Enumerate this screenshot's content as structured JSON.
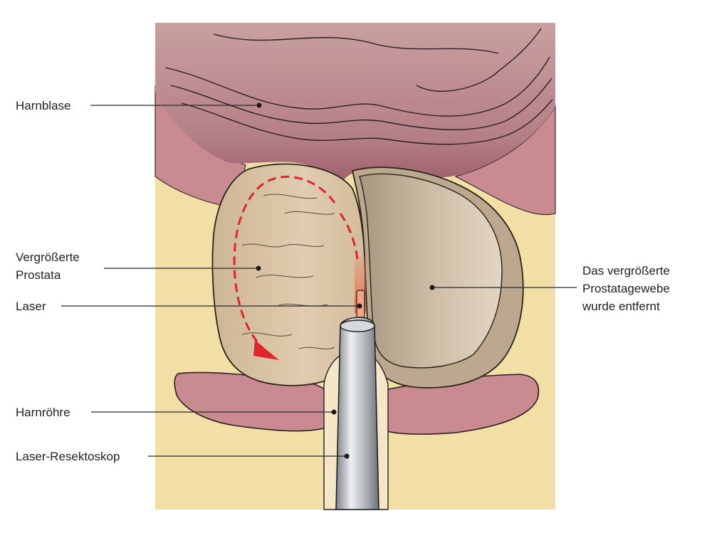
{
  "labels": {
    "harnblase": "Harnblase",
    "prostata_line1": "Vergrößerte",
    "prostata_line2": "Prostata",
    "laser": "Laser",
    "harnroehre": "Harnröhre",
    "resektoskop": "Laser-Resektoskop",
    "removed_line1": "Das vergrößerte",
    "removed_line2": "Prostatagewebe",
    "removed_line3": "wurde entfernt"
  },
  "colors": {
    "background_fat": "#f2dfa6",
    "bladder": "#c99a9a",
    "bladder_dark": "#9c5f6a",
    "muscle": "#c98a92",
    "prostata": "#d6c2a2",
    "prostata_removed": "#b7a58e",
    "arrow": "#e0262a",
    "scope": "#b8bcc2"
  }
}
